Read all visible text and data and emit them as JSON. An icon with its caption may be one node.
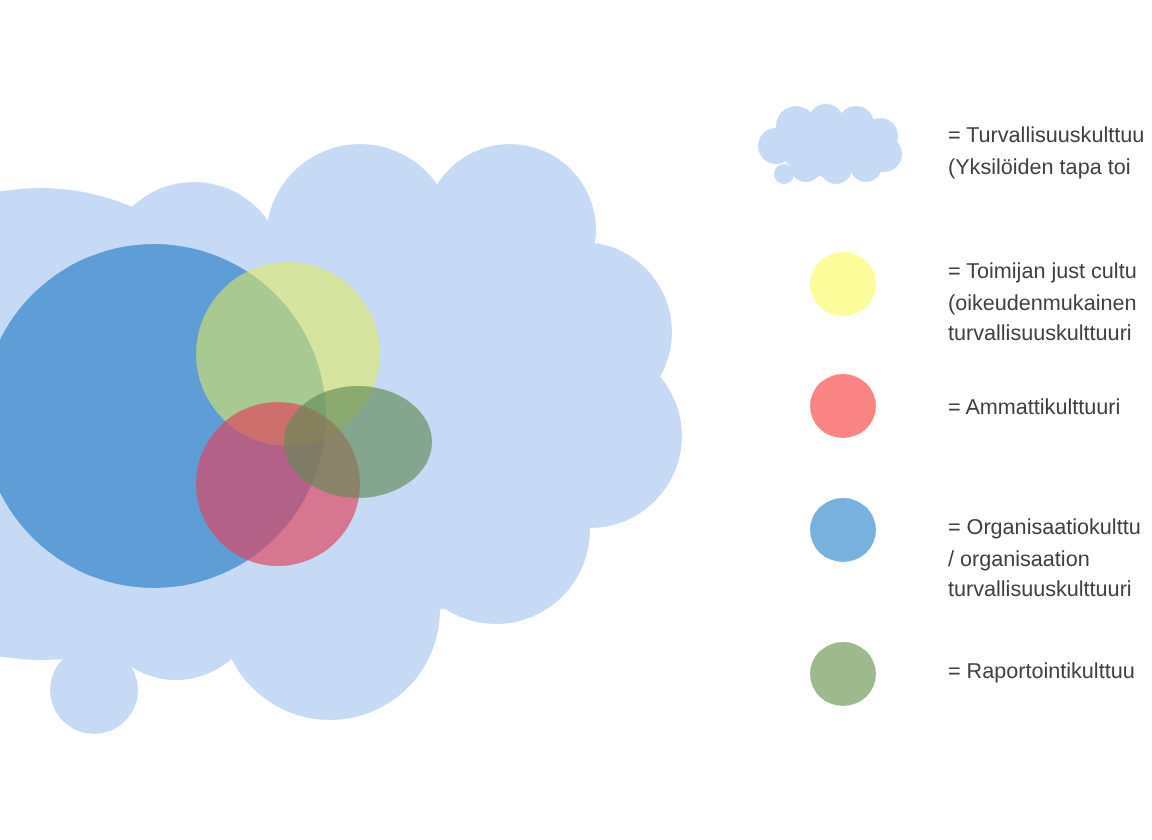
{
  "diagram": {
    "nodes": [
      {
        "text": [],
        "shape": "cloud"
      },
      {
        "text": [],
        "shape": "circle",
        "in": 0
      },
      {
        "text": [],
        "shape": "circle",
        "in": 0
      },
      {
        "text": [],
        "shape": "circle",
        "in": 0
      },
      {
        "text": [],
        "shape": "ellipse",
        "in": 0
      }
    ],
    "legend": [
      {
        "text": "= Turvallisuuskulttuu (Yksilöiden tapa toi"
      },
      {
        "text": "= Toimijan just cultu (oikeudenmukainen turvallisuuskulttuuri",
        "color": "#fcfc9a"
      },
      {
        "text": "= Ammattikulttuuri",
        "color": "#fb8585"
      },
      {
        "text": "= Organisaatiokulttu / organisaation turvallisuuskulttuuri",
        "color": "#78b0de"
      },
      {
        "text": "= Raportointikulttuu",
        "color": "#9db98d"
      }
    ]
  }
}
